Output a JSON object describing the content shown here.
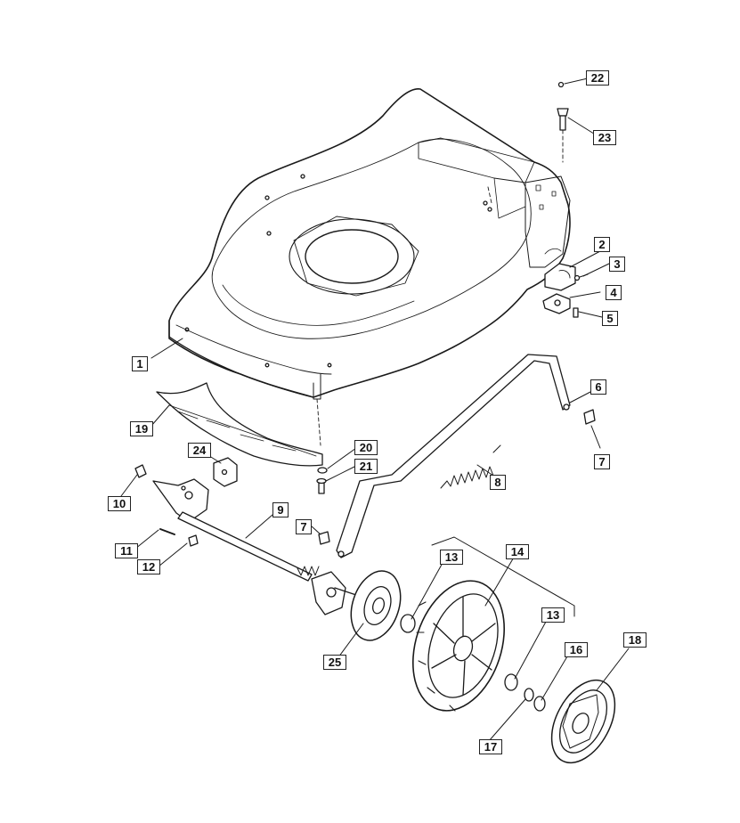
{
  "diagram": {
    "callouts": [
      {
        "id": "c1",
        "label": "1"
      },
      {
        "id": "c2",
        "label": "2"
      },
      {
        "id": "c3",
        "label": "3"
      },
      {
        "id": "c4",
        "label": "4"
      },
      {
        "id": "c5",
        "label": "5"
      },
      {
        "id": "c6",
        "label": "6"
      },
      {
        "id": "c7a",
        "label": "7"
      },
      {
        "id": "c7b",
        "label": "7"
      },
      {
        "id": "c8",
        "label": "8"
      },
      {
        "id": "c9",
        "label": "9"
      },
      {
        "id": "c10",
        "label": "10"
      },
      {
        "id": "c11",
        "label": "11"
      },
      {
        "id": "c12",
        "label": "12"
      },
      {
        "id": "c13a",
        "label": "13"
      },
      {
        "id": "c13b",
        "label": "13"
      },
      {
        "id": "c14",
        "label": "14"
      },
      {
        "id": "c16",
        "label": "16"
      },
      {
        "id": "c17",
        "label": "17"
      },
      {
        "id": "c18",
        "label": "18"
      },
      {
        "id": "c19",
        "label": "19"
      },
      {
        "id": "c20",
        "label": "20"
      },
      {
        "id": "c21",
        "label": "21"
      },
      {
        "id": "c22",
        "label": "22"
      },
      {
        "id": "c23",
        "label": "23"
      },
      {
        "id": "c24",
        "label": "24"
      },
      {
        "id": "c25",
        "label": "25"
      }
    ]
  }
}
